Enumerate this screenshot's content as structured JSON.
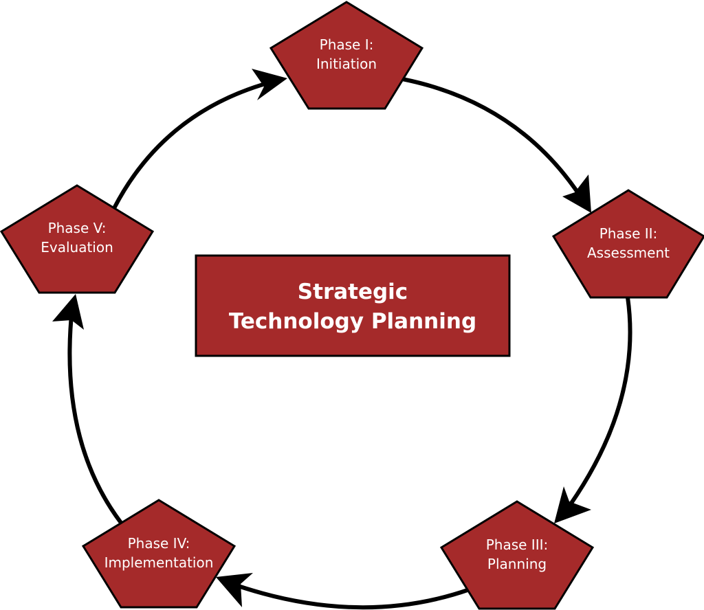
{
  "colors": {
    "shape_fill": "#a52a2a",
    "outline": "#000000",
    "label_text": "#ffffff",
    "arrow": "#000000",
    "background": "#ffffff"
  },
  "center": {
    "line1": "Strategic",
    "line2": "Technology Planning"
  },
  "phases": [
    {
      "line1": "Phase I:",
      "line2": "Initiation"
    },
    {
      "line1": "Phase II:",
      "line2": "Assessment"
    },
    {
      "line1": "Phase III:",
      "line2": "Planning"
    },
    {
      "line1": "Phase IV:",
      "line2": "Implementation"
    },
    {
      "line1": "Phase V:",
      "line2": "Evaluation"
    }
  ],
  "flow": [
    {
      "from": "Phase I",
      "to": "Phase II"
    },
    {
      "from": "Phase II",
      "to": "Phase III"
    },
    {
      "from": "Phase III",
      "to": "Phase IV"
    },
    {
      "from": "Phase IV",
      "to": "Phase V"
    },
    {
      "from": "Phase V",
      "to": "Phase I"
    }
  ]
}
